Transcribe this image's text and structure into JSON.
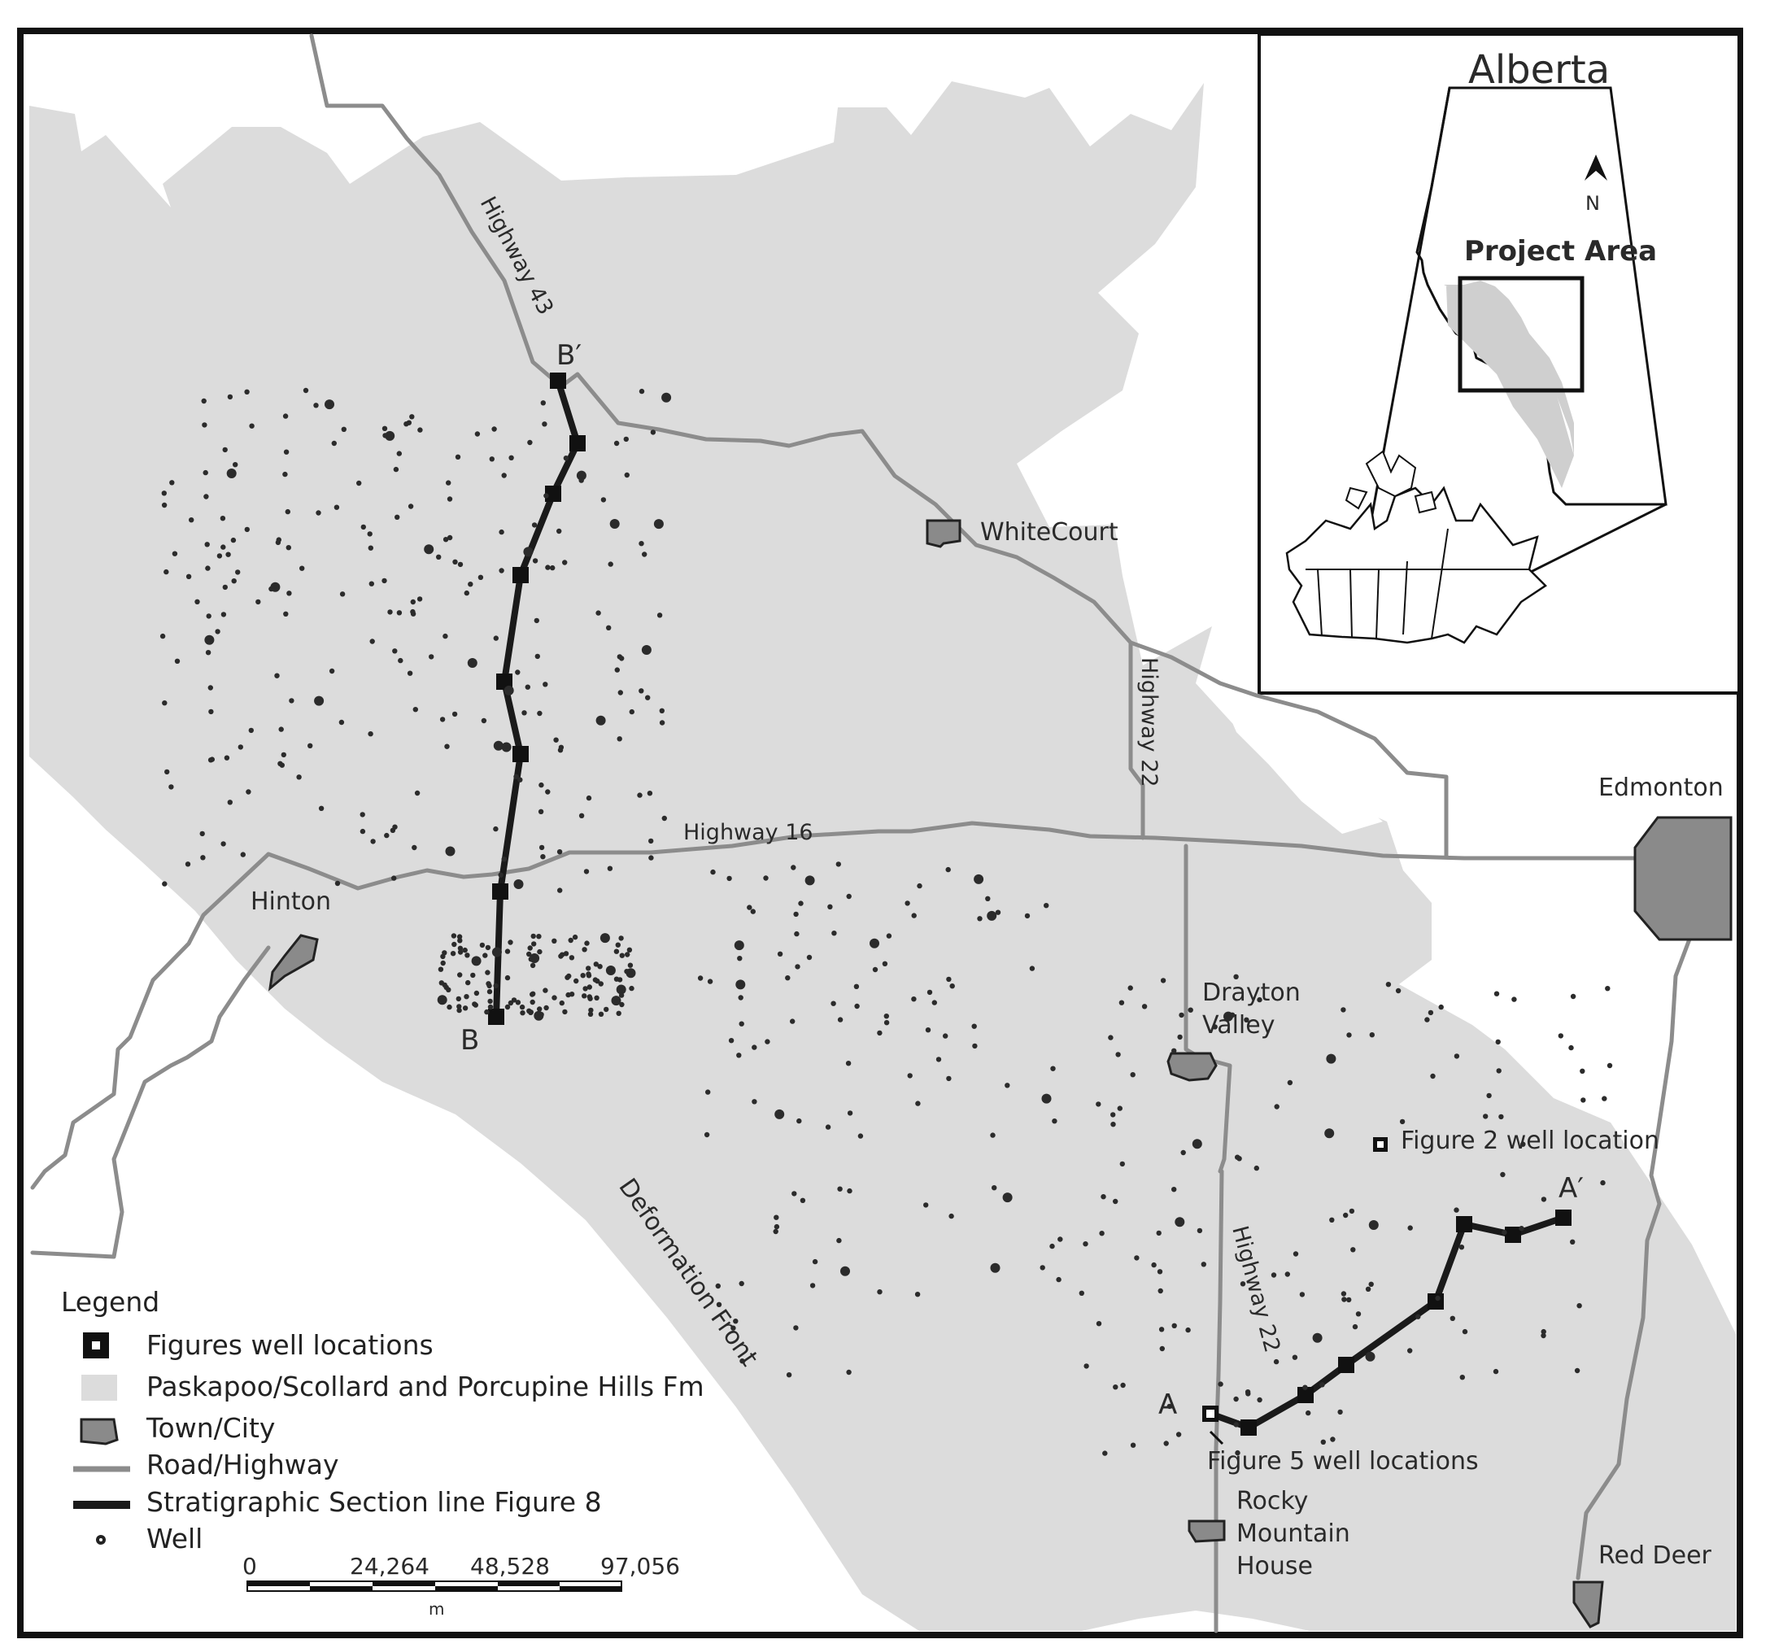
{
  "map": {
    "inset_title": "Alberta",
    "north_label": "N",
    "project_area_label": "Project Area",
    "highways": {
      "hwy43": "Highway 43",
      "hwy22_north": "Highway 22",
      "hwy16": "Highway 16",
      "hwy22_south": "Highway 22"
    },
    "towns": {
      "whitecourt": "WhiteCourt",
      "edmonton": "Edmonton",
      "hinton": "Hinton",
      "drayton_line1": "Drayton",
      "drayton_line2": "Valley",
      "rocky_line1": "Rocky",
      "rocky_line2": "Mountain",
      "rocky_line3": "House",
      "red_deer": "Red Deer"
    },
    "section_labels": {
      "b_prime": "B′",
      "b": "B",
      "a": "A",
      "a_prime": "A′"
    },
    "annotations": {
      "fig2": "Figure 2 well location",
      "fig5": "Figure 5 well locations",
      "deformation_front": "Deformation Front"
    }
  },
  "legend": {
    "title": "Legend",
    "items": [
      "Figures well locations",
      "Paskapoo/Scollard and Porcupine Hills Fm",
      "Town/City",
      "Road/Highway",
      "Stratigraphic Section line Figure 8",
      "Well"
    ]
  },
  "scale_bar": {
    "ticks": [
      "0",
      "24,264",
      "48,528",
      "97,056"
    ],
    "unit": "m"
  },
  "colors": {
    "formation": "#dcdcdc",
    "road": "#8c8c8c",
    "town": "#8a8a8a",
    "section_line": "#1a1a1a"
  }
}
